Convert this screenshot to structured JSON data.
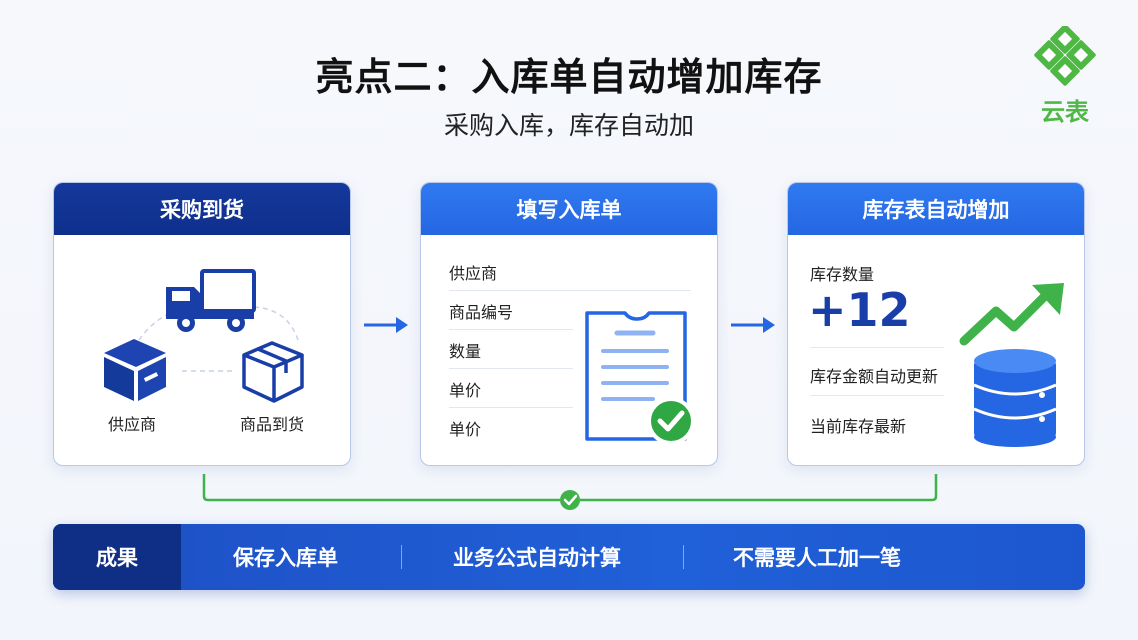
{
  "header": {
    "title": "亮点二：入库单自动增加库存",
    "subtitle": "采购入库，库存自动加",
    "logo_text": "云表"
  },
  "cards": [
    {
      "title": "采购到货",
      "labels": [
        "供应商",
        "商品到货"
      ]
    },
    {
      "title": "填写入库单",
      "fields": [
        "供应商",
        "商品编号",
        "数量",
        "单价",
        "单价"
      ]
    },
    {
      "title": "库存表自动增加",
      "stock_label": "库存数量",
      "stock_delta": "+12",
      "amount_note": "库存金额自动更新",
      "current_note": "当前库存最新"
    }
  ],
  "result": {
    "label": "成果",
    "items": [
      "保存入库单",
      "业务公式自动计算",
      "不需要人工加一笔"
    ]
  },
  "colors": {
    "dark_blue": "#0e2f8c",
    "blue": "#2566e2",
    "green": "#3fb24a"
  }
}
